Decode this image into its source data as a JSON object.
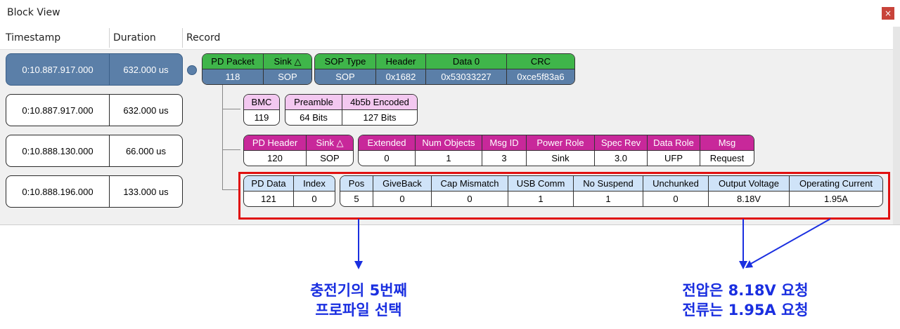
{
  "window": {
    "title": "Block View",
    "close_icon": "×"
  },
  "columns": {
    "timestamp": "Timestamp",
    "duration": "Duration",
    "record": "Record"
  },
  "rows": [
    {
      "timestamp": "0:10.887.917.000",
      "duration": "632.000 us"
    },
    {
      "timestamp": "0:10.887.917.000",
      "duration": "632.000 us"
    },
    {
      "timestamp": "0:10.888.130.000",
      "duration": "66.000 us"
    },
    {
      "timestamp": "0:10.888.196.000",
      "duration": "133.000 us"
    }
  ],
  "blocks": {
    "pd_packet": [
      {
        "h": "PD Packet",
        "v": "118"
      },
      {
        "h": "Sink △",
        "v": "SOP"
      }
    ],
    "sop": [
      {
        "h": "SOP Type",
        "v": "SOP"
      },
      {
        "h": "Header",
        "v": "0x1682"
      },
      {
        "h": "Data 0",
        "v": "0x53033227"
      },
      {
        "h": "CRC",
        "v": "0xce5f83a6"
      }
    ],
    "bmc": [
      {
        "h": "BMC",
        "v": "119"
      }
    ],
    "preamble": [
      {
        "h": "Preamble",
        "v": "64 Bits"
      },
      {
        "h": "4b5b Encoded",
        "v": "127 Bits"
      }
    ],
    "pd_header": [
      {
        "h": "PD Header",
        "v": "120"
      },
      {
        "h": "Sink △",
        "v": "SOP"
      }
    ],
    "header_fields": [
      {
        "h": "Extended",
        "v": "0"
      },
      {
        "h": "Num Objects",
        "v": "1"
      },
      {
        "h": "Msg ID",
        "v": "3"
      },
      {
        "h": "Power Role",
        "v": "Sink"
      },
      {
        "h": "Spec Rev",
        "v": "3.0"
      },
      {
        "h": "Data Role",
        "v": "UFP"
      },
      {
        "h": "Msg",
        "v": "Request"
      }
    ],
    "pd_data": [
      {
        "h": "PD Data",
        "v": "121"
      },
      {
        "h": "Index",
        "v": "0"
      }
    ],
    "rdo_fields": [
      {
        "h": "Pos",
        "v": "5"
      },
      {
        "h": "GiveBack",
        "v": "0"
      },
      {
        "h": "Cap Mismatch",
        "v": "0"
      },
      {
        "h": "USB Comm",
        "v": "1"
      },
      {
        "h": "No Suspend",
        "v": "1"
      },
      {
        "h": "Unchunked",
        "v": "0"
      },
      {
        "h": "Output Voltage",
        "v": "8.18V"
      },
      {
        "h": "Operating Current",
        "v": "1.95A"
      }
    ]
  },
  "annotations": {
    "left": [
      "충전기의 5번째",
      "프로파일 선택"
    ],
    "right": [
      "전압은 8.18V 요청",
      "전류는 1.95A 요청"
    ]
  },
  "colors": {
    "accent_red": "#e01010",
    "annotation_blue": "#1a2fe0",
    "selected_row": "#5b7fa8"
  }
}
